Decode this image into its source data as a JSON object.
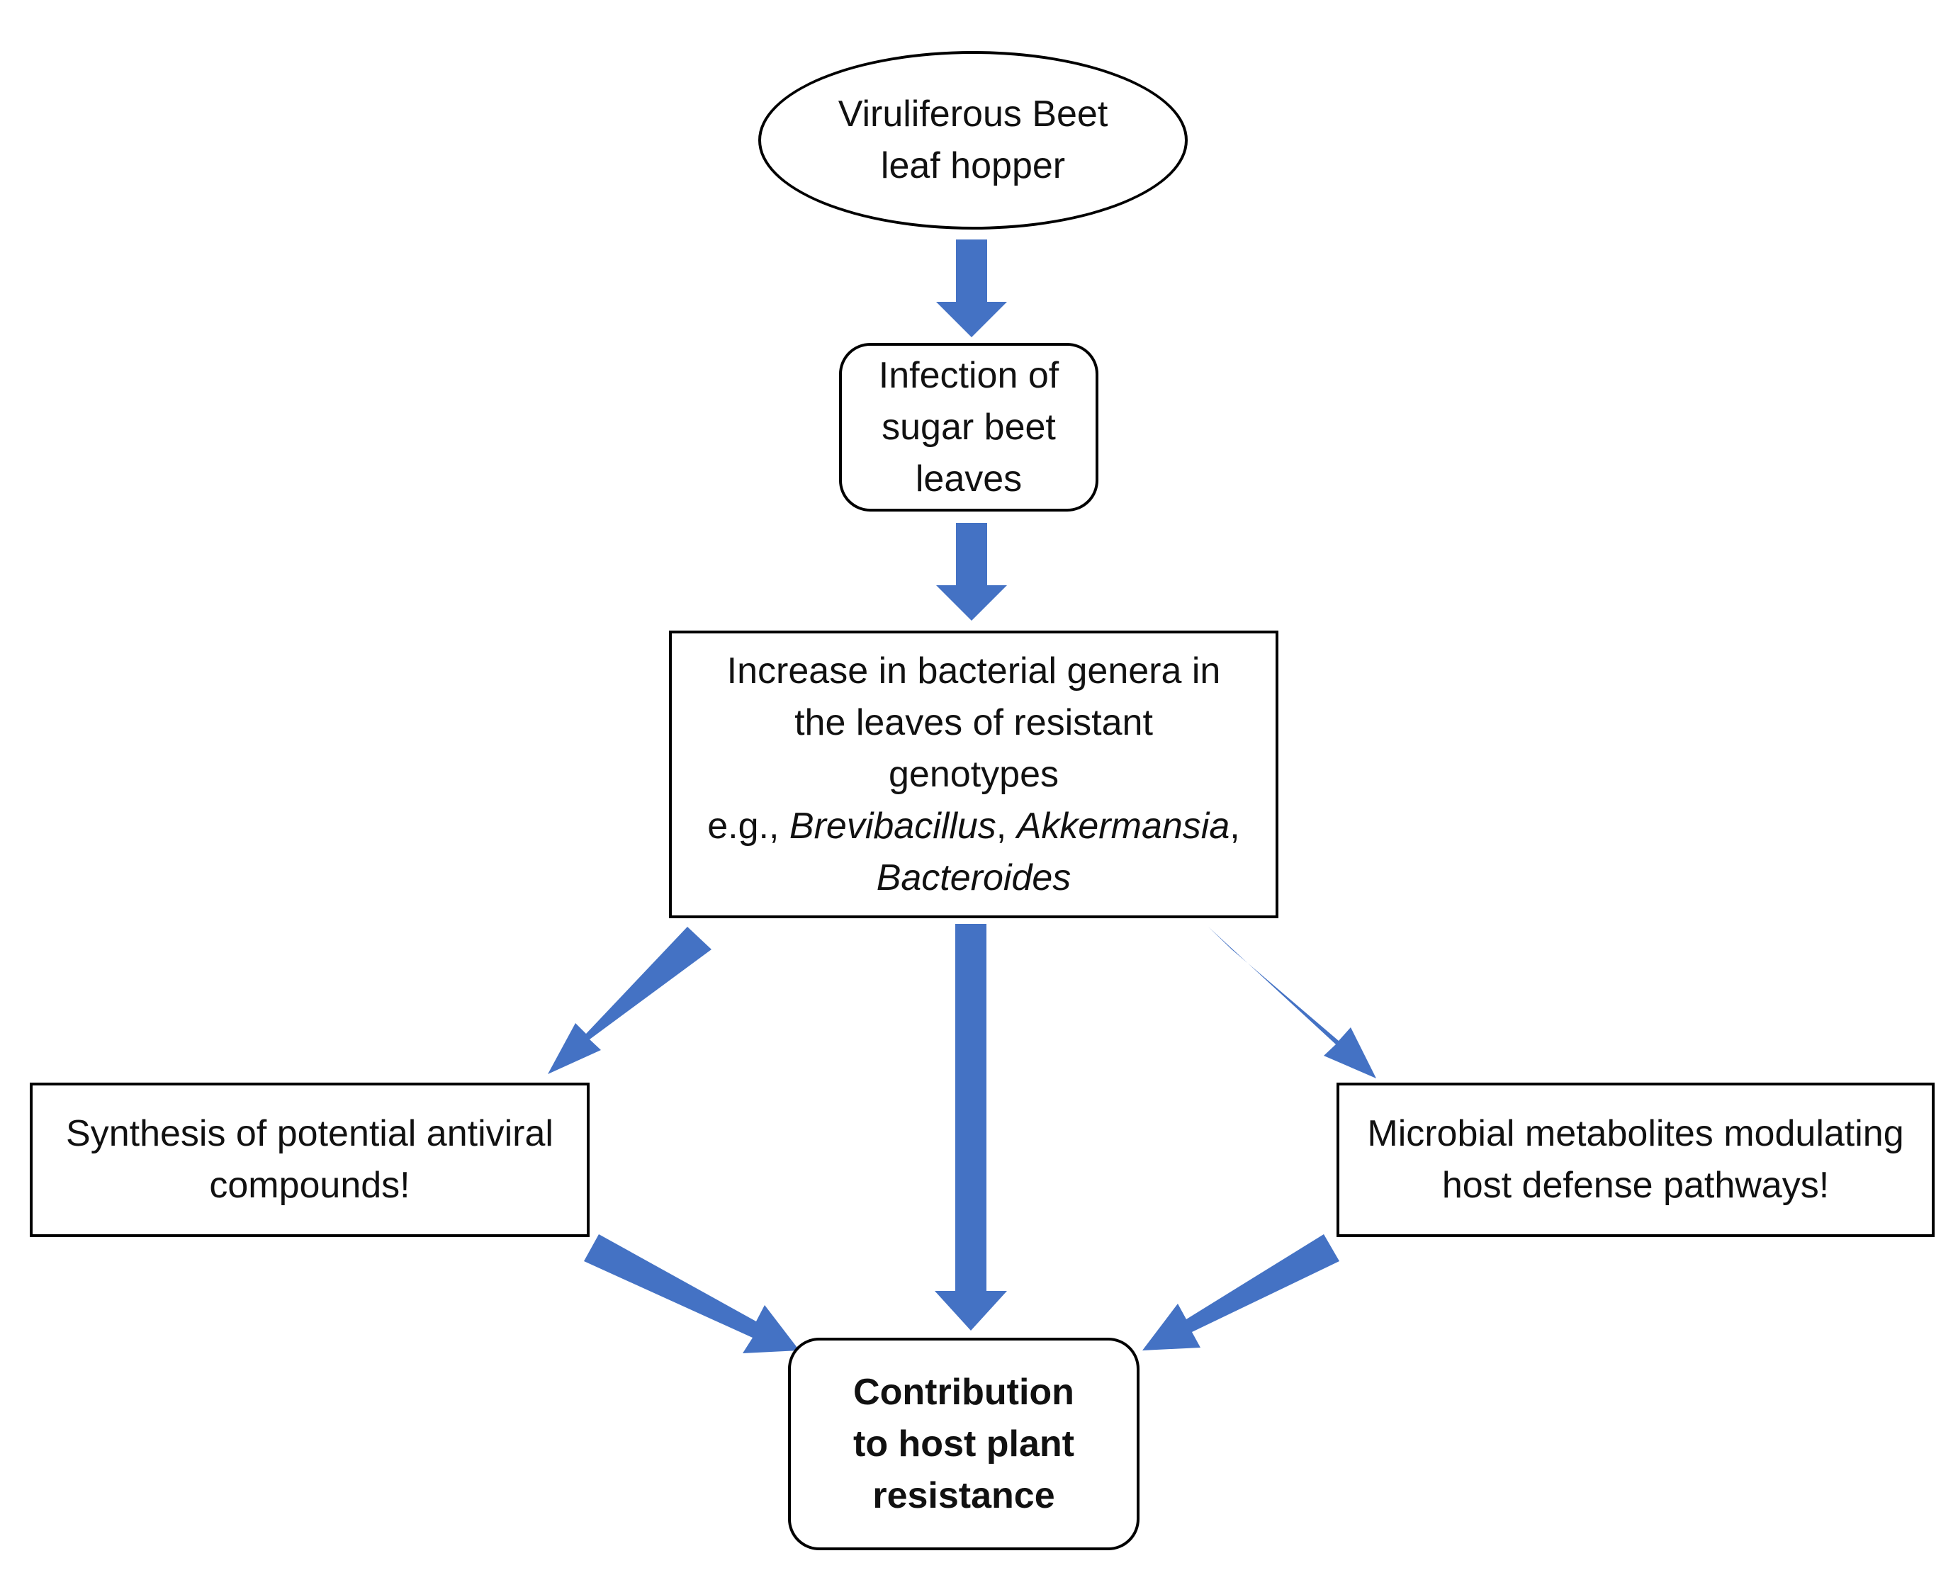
{
  "nodes": {
    "vector": {
      "lines": [
        "Viruliferous Beet",
        "leaf hopper"
      ]
    },
    "infection": {
      "lines": [
        "Infection of",
        "sugar beet",
        "leaves"
      ]
    },
    "increase": {
      "lines": [
        "Increase in bacterial genera in",
        "the leaves of resistant",
        "genotypes"
      ],
      "example_prefix": "e.g., ",
      "genera": [
        "Brevibacillus",
        "Akkermansia",
        "Bacteroides"
      ],
      "separator": ", ",
      "trailing_comma": ","
    },
    "antiviral": {
      "lines": [
        "Synthesis of potential antiviral",
        "compounds!"
      ]
    },
    "metabolites": {
      "lines": [
        "Microbial metabolites modulating",
        "host defense pathways!"
      ]
    },
    "resistance": {
      "lines": [
        "Contribution",
        "to host plant",
        "resistance"
      ]
    }
  },
  "edges": [
    {
      "from": "vector",
      "to": "infection"
    },
    {
      "from": "infection",
      "to": "increase"
    },
    {
      "from": "increase",
      "to": "antiviral"
    },
    {
      "from": "increase",
      "to": "resistance"
    },
    {
      "from": "increase",
      "to": "metabolites"
    },
    {
      "from": "antiviral",
      "to": "resistance"
    },
    {
      "from": "metabolites",
      "to": "resistance"
    }
  ],
  "colors": {
    "arrow": "#4472C4",
    "border": "#000000",
    "text": "#111111"
  }
}
